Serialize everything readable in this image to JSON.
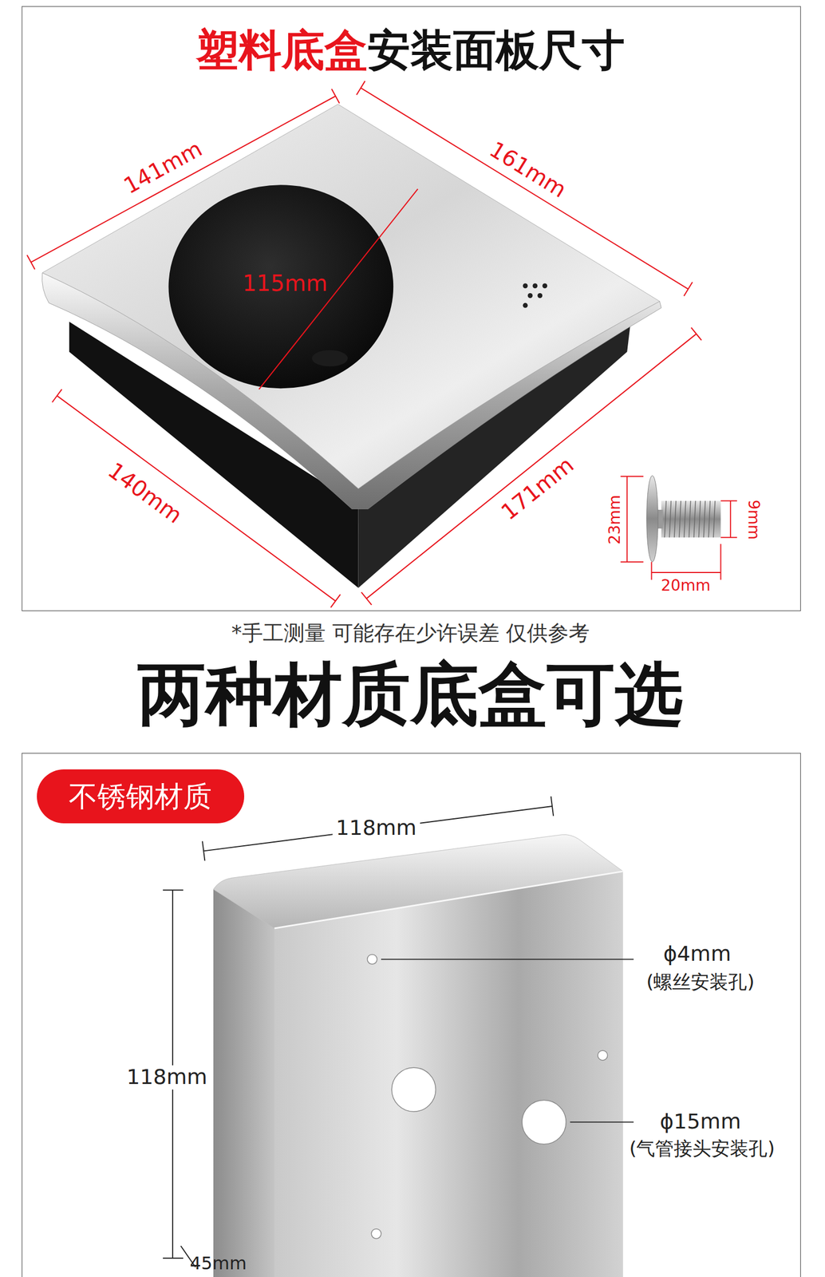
{
  "diagram": {
    "title": "塑料底盒安装面板尺寸",
    "nodes": [
      {
        "text": [
          "不锈钢材质"
        ]
      }
    ],
    "labels": [
      "141mm",
      "161mm",
      "115mm",
      "140mm",
      "171mm",
      "23mm",
      "9mm",
      "20mm",
      "*手工测量 可能存在少许误差 仅供参考",
      "两种材质底盒可选",
      "118mm",
      "118mm",
      "ϕ4mm",
      "(螺丝安装孔)",
      "ϕ15mm",
      "(气管接头安装孔)",
      "45mm"
    ]
  }
}
